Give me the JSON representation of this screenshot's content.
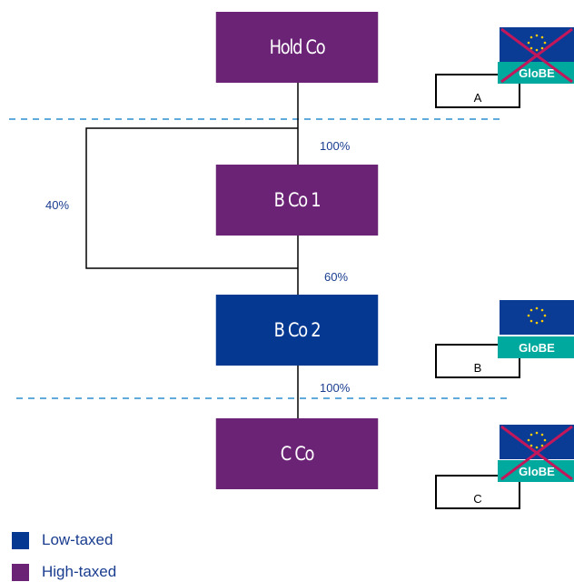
{
  "entities": {
    "holdco": {
      "label": "Hold Co",
      "type": "High-taxed"
    },
    "bco1": {
      "label": "B Co 1",
      "type": "High-taxed"
    },
    "bco2": {
      "label": "B Co 2",
      "type": "Low-taxed"
    },
    "cco": {
      "label": "C Co",
      "type": "High-taxed"
    }
  },
  "ownership": {
    "holdco_to_bco1": "100%",
    "holdco_to_bco2": "40%",
    "bco1_to_bco2": "60%",
    "bco2_to_cco": "100%"
  },
  "markers": {
    "a": {
      "label": "A",
      "globe": "GloBE",
      "crossed": true
    },
    "b": {
      "label": "B",
      "globe": "GloBE",
      "crossed": false
    },
    "c": {
      "label": "C",
      "globe": "GloBE",
      "crossed": true
    }
  },
  "legend": {
    "low": {
      "label": "Low-taxed",
      "color": "#053891"
    },
    "high": {
      "label": "High-taxed",
      "color": "#6b2376"
    }
  },
  "colors": {
    "high_taxed": "#6b2376",
    "low_taxed": "#053891",
    "globe": "#00a99d",
    "dashed_line": "#2b8fd0",
    "cross": "#c2185b"
  }
}
